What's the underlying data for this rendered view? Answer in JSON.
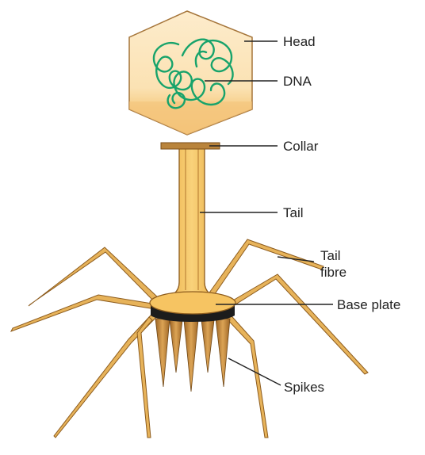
{
  "diagram": {
    "labels": {
      "head": "Head",
      "dna": "DNA",
      "collar": "Collar",
      "tail": "Tail",
      "tail_fibre_line1": "Tail",
      "tail_fibre_line2": "fibre",
      "base_plate": "Base plate",
      "spikes": "Spikes"
    }
  },
  "colors": {
    "head_light": "#fde9c4",
    "head_dark": "#f8cf86",
    "head_outline": "#a5753a",
    "dna": "#17a36b",
    "tail_fill": "#f7c25f",
    "tail_outline": "#8d5c1e",
    "collar": "#b9843c",
    "base_plate_band": "#1c1c1c",
    "fibre": "#e7b35a"
  }
}
